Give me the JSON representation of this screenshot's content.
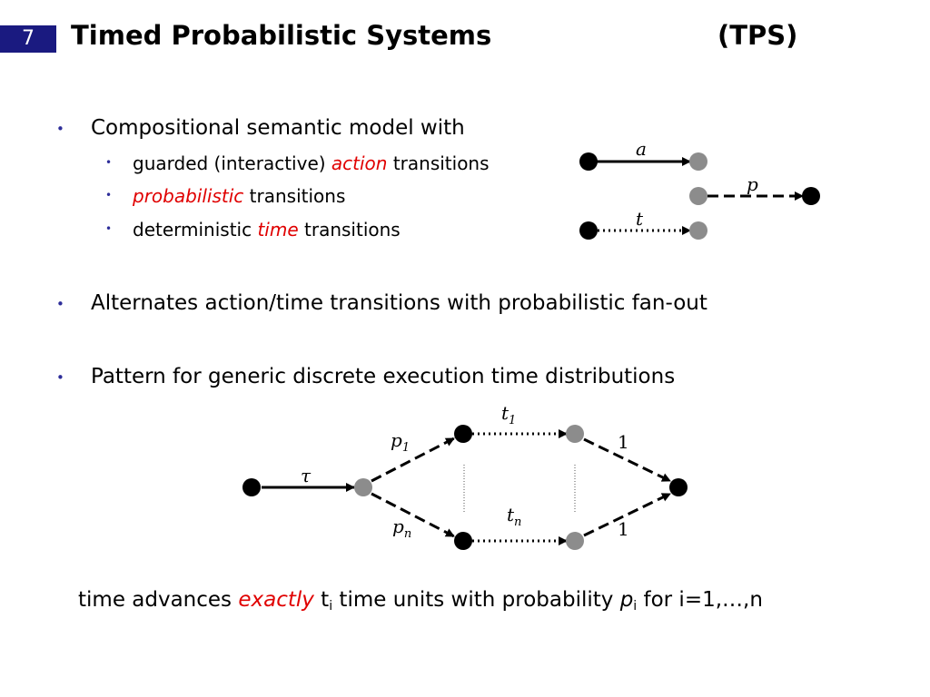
{
  "slide_number": "7",
  "title": "Timed Probabilistic Systems",
  "title_abbrev": "(TPS)",
  "bullets": {
    "b1": "Compositional semantic model with",
    "b1a_pre": "guarded (interactive) ",
    "b1a_em": "action",
    "b1a_post": " transitions",
    "b1b_em": "probabilistic",
    "b1b_post": " transitions",
    "b1c_pre": "deterministic ",
    "b1c_em": "time",
    "b1c_post": " transitions",
    "b2": "Alternates action/time transitions with probabilistic fan-out",
    "b3": "Pattern for generic discrete execution time distributions"
  },
  "legend_labels": {
    "action": "a",
    "prob": "p",
    "time": "t"
  },
  "pattern_labels": {
    "tau": "τ",
    "p1": "p",
    "p1_sub": "1",
    "pn": "p",
    "pn_sub": "n",
    "t1": "t",
    "t1_sub": "1",
    "tn": "t",
    "tn_sub": "n",
    "one_top": "1",
    "one_bottom": "1"
  },
  "footer": {
    "pre": "time advances ",
    "em": "exactly",
    "t": " t",
    "t_sub": "i",
    "mid": " time units with probability ",
    "p": "p",
    "p_sub": "i",
    "post": " for i=1,…,n"
  },
  "colors": {
    "red": "#e00000",
    "node_black": "#000000",
    "node_grey": "#8c8c8c",
    "bullet": "#2d2d99",
    "slide_num_bg": "#1a1a80"
  }
}
